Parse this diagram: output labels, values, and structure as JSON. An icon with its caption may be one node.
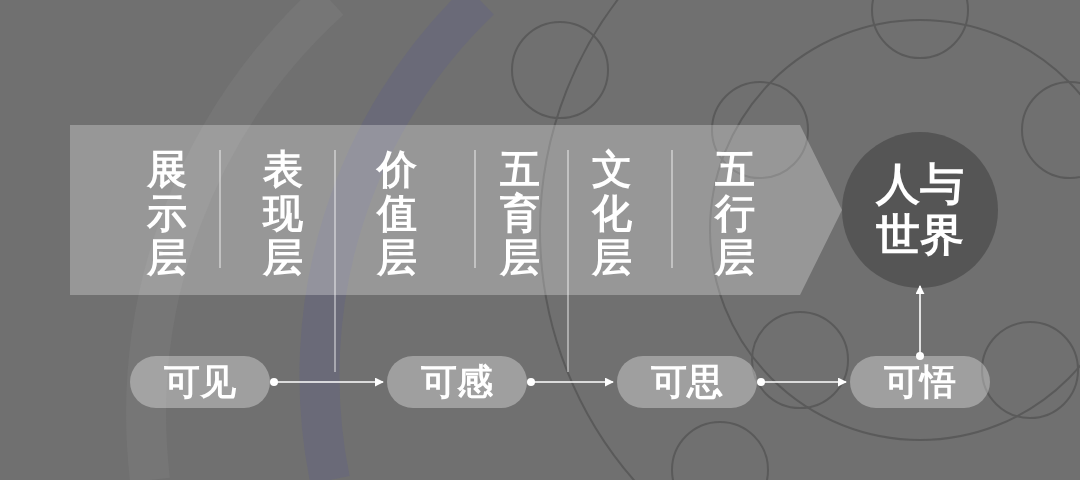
{
  "diagram": {
    "nodes": [
      {
        "text": [
          "展示层",
          "表现层",
          "价值层",
          "五育层",
          "文化层",
          "五行层"
        ]
      },
      {
        "text": [
          "人与世界"
        ]
      },
      {
        "text": [
          "可见"
        ]
      },
      {
        "text": [
          "可感"
        ]
      },
      {
        "text": [
          "可思"
        ]
      },
      {
        "text": [
          "可悟"
        ]
      }
    ],
    "edges": [
      {
        "from": 2,
        "to": 3,
        "arrow": "to"
      },
      {
        "from": 3,
        "to": 4,
        "arrow": "to"
      },
      {
        "from": 4,
        "to": 5,
        "arrow": "to"
      },
      {
        "from": 5,
        "to": 1,
        "arrow": "to"
      }
    ]
  }
}
